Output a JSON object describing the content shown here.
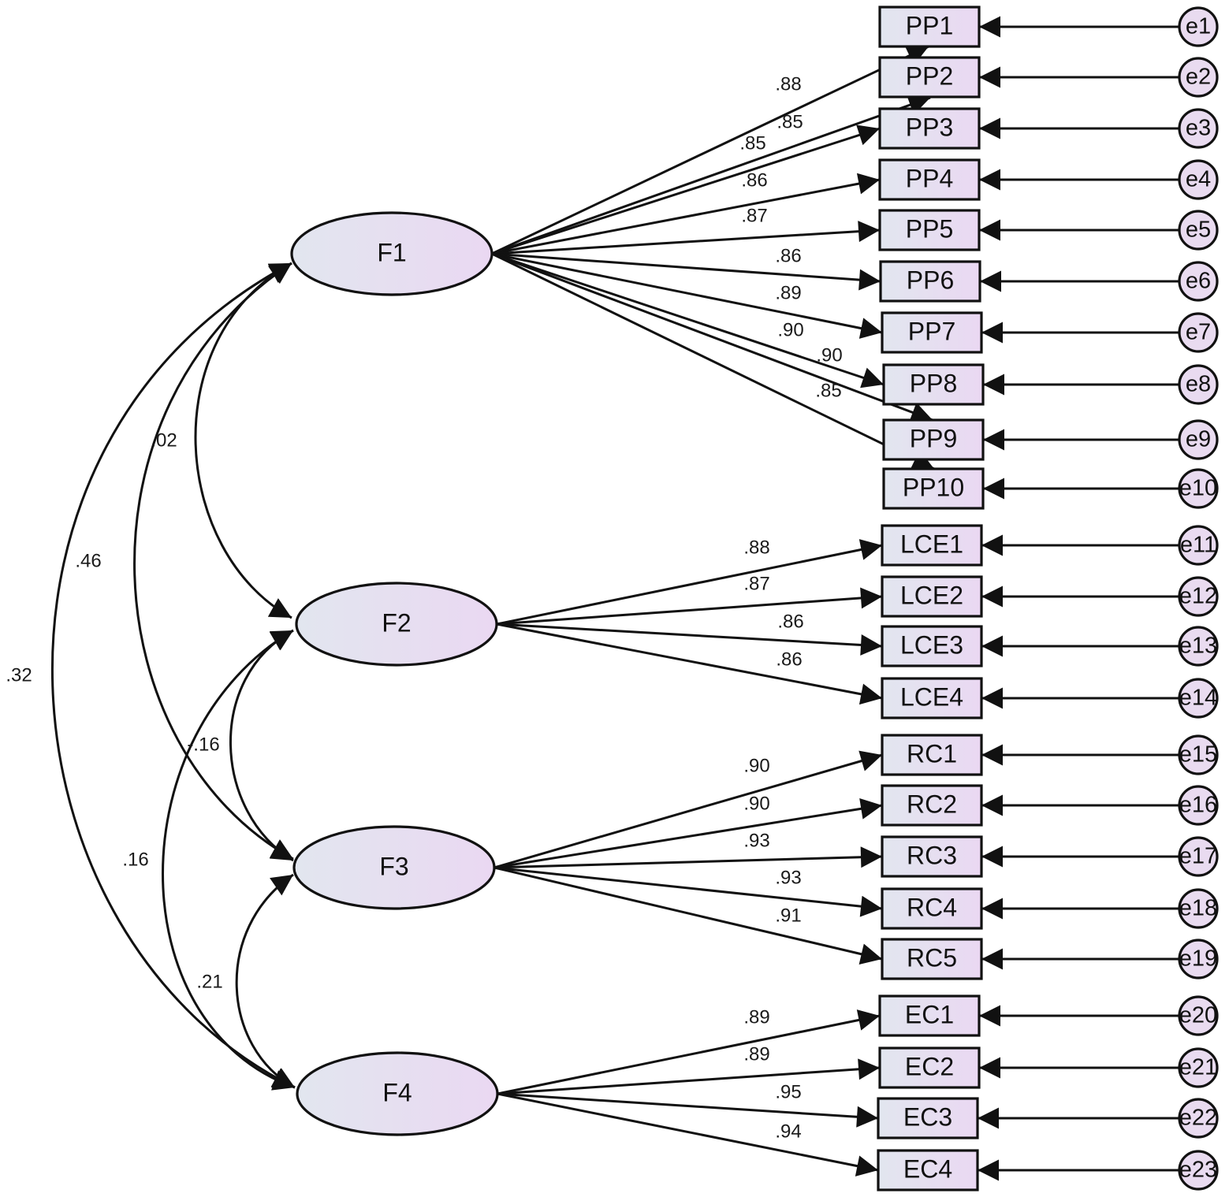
{
  "colors": {
    "stroke": "#111111",
    "grad_start": "#e2e6ef",
    "grad_end": "#ead8f2",
    "error_fill": "#e9dbf0"
  },
  "factors": [
    {
      "id": "F1",
      "label": "F1"
    },
    {
      "id": "F2",
      "label": "F2"
    },
    {
      "id": "F3",
      "label": "F3"
    },
    {
      "id": "F4",
      "label": "F4"
    }
  ],
  "indicators": [
    {
      "label": "PP1",
      "factor": "F1",
      "loading": ".88",
      "error": "e1"
    },
    {
      "label": "PP2",
      "factor": "F1",
      "loading": ".85",
      "error": "e2"
    },
    {
      "label": "PP3",
      "factor": "F1",
      "loading": ".85",
      "error": "e3"
    },
    {
      "label": "PP4",
      "factor": "F1",
      "loading": ".86",
      "error": "e4"
    },
    {
      "label": "PP5",
      "factor": "F1",
      "loading": ".87",
      "error": "e5"
    },
    {
      "label": "PP6",
      "factor": "F1",
      "loading": ".86",
      "error": "e6"
    },
    {
      "label": "PP7",
      "factor": "F1",
      "loading": ".89",
      "error": "e7"
    },
    {
      "label": "PP8",
      "factor": "F1",
      "loading": ".90",
      "error": "e8"
    },
    {
      "label": "PP9",
      "factor": "F1",
      "loading": ".90",
      "error": "e9"
    },
    {
      "label": "PP10",
      "factor": "F1",
      "loading": ".85",
      "error": "e10"
    },
    {
      "label": "LCE1",
      "factor": "F2",
      "loading": ".88",
      "error": "e11"
    },
    {
      "label": "LCE2",
      "factor": "F2",
      "loading": ".87",
      "error": "e12"
    },
    {
      "label": "LCE3",
      "factor": "F2",
      "loading": ".86",
      "error": "e13"
    },
    {
      "label": "LCE4",
      "factor": "F2",
      "loading": ".86",
      "error": "e14"
    },
    {
      "label": "RC1",
      "factor": "F3",
      "loading": ".90",
      "error": "e15"
    },
    {
      "label": "RC2",
      "factor": "F3",
      "loading": ".90",
      "error": "e16"
    },
    {
      "label": "RC3",
      "factor": "F3",
      "loading": ".93",
      "error": "e17"
    },
    {
      "label": "RC4",
      "factor": "F3",
      "loading": ".93",
      "error": "e18"
    },
    {
      "label": "RC5",
      "factor": "F3",
      "loading": ".91",
      "error": "e19"
    },
    {
      "label": "EC1",
      "factor": "F4",
      "loading": ".89",
      "error": "e20"
    },
    {
      "label": "EC2",
      "factor": "F4",
      "loading": ".89",
      "error": "e21"
    },
    {
      "label": "EC3",
      "factor": "F4",
      "loading": ".95",
      "error": "e22"
    },
    {
      "label": "EC4",
      "factor": "F4",
      "loading": ".94",
      "error": "e23"
    }
  ],
  "correlations": [
    {
      "from": "F1",
      "to": "F2",
      "value": ".02"
    },
    {
      "from": "F1",
      "to": "F3",
      "value": ".46"
    },
    {
      "from": "F1",
      "to": "F4",
      "value": ".32"
    },
    {
      "from": "F2",
      "to": "F3",
      "value": "-.16"
    },
    {
      "from": "F2",
      "to": "F4",
      "value": ".16"
    },
    {
      "from": "F3",
      "to": "F4",
      "value": ".21"
    }
  ]
}
